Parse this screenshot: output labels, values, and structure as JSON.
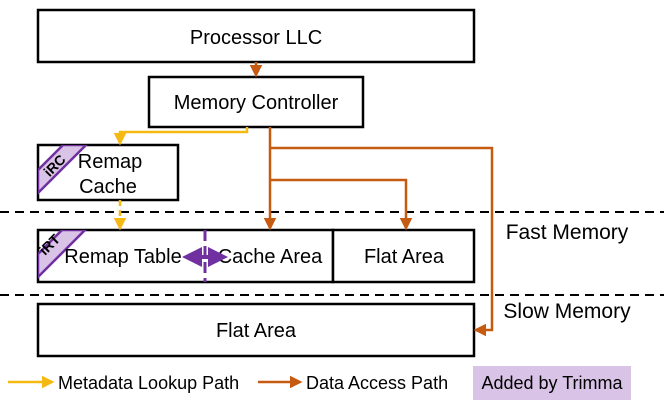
{
  "boxes": {
    "processor_llc": "Processor LLC",
    "memory_controller": "Memory Controller",
    "remap_cache_line1": "Remap",
    "remap_cache_line2": "Cache",
    "remap_table": "Remap Table",
    "cache_area": "Cache Area",
    "fast_flat_area": "Flat Area",
    "slow_flat_area": "Flat Area"
  },
  "tags": {
    "irc": "iRC",
    "irt": "iRT"
  },
  "regions": {
    "fast_memory": "Fast Memory",
    "slow_memory": "Slow Memory"
  },
  "legend": {
    "metadata_path": "Metadata Lookup Path",
    "data_path": "Data Access Path",
    "added_by": "Added by Trimma"
  },
  "colors": {
    "metadata_path": "#f5b914",
    "data_path": "#c55a11",
    "trimma_accent": "#7030a0",
    "trimma_fill": "#d9c3e6"
  }
}
